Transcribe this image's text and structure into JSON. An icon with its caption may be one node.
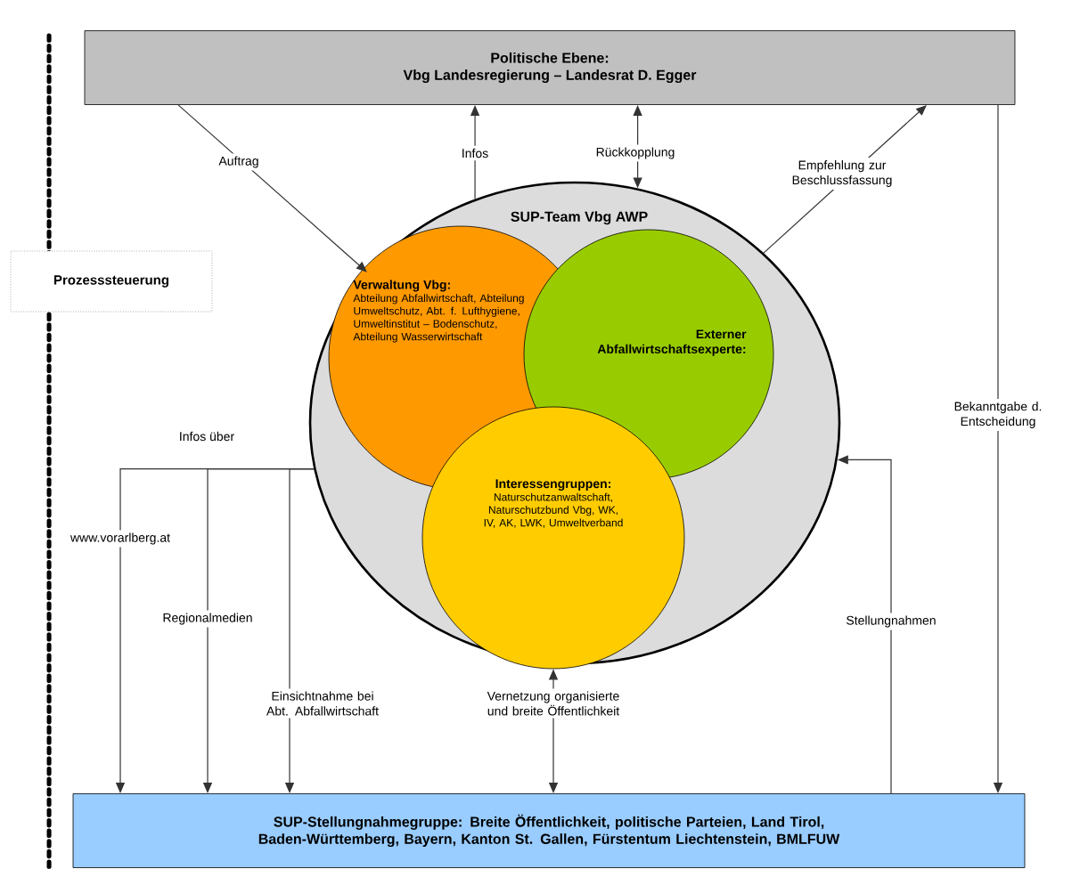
{
  "diagram": {
    "nodes": [
      {
        "text": [
          "Politische Ebene:",
          "Vbg Landesregierung – Landesrat D. Egger"
        ]
      },
      {
        "text": [
          "Prozesssteuerung"
        ]
      },
      {
        "text": [
          "SUP-Team Vbg AWP"
        ]
      },
      {
        "text": [
          "Verwaltung Vbg:",
          "Abteilung Abfallwirtschaft, Abteilung Umweltschutz, Abt. f. Lufthygiene, Umweltinstitut – Bodenschutz, Abteilung Wasserwirtschaft"
        ],
        "in": 2
      },
      {
        "text": [
          "Externer Abfallwirtschaftsexperte:"
        ],
        "in": 2
      },
      {
        "text": [
          "Interessengruppen:",
          "Naturschutzanwaltschaft, Naturschutzbund Vbg, WK, IV, AK, LWK, Umweltverband"
        ],
        "in": 2
      },
      {
        "text": [
          "SUP-Stellungnahmegruppe: Breite Öffentlichkeit, politische Parteien, Land Tirol, Baden-Württemberg, Bayern, Kanton St. Gallen, Fürstentum Liechtenstein, BMLFUW"
        ]
      }
    ],
    "edges": [
      {
        "from": 0,
        "to": 2,
        "arrow": "to",
        "label": "Auftrag"
      },
      {
        "from": 2,
        "to": 0,
        "arrow": "to",
        "label": "Infos"
      },
      {
        "from": 2,
        "to": 0,
        "arrow": "both",
        "label": "Rückkopplung"
      },
      {
        "from": 2,
        "to": 0,
        "arrow": "to",
        "label": "Empfehlung zur Beschlussfassung"
      },
      {
        "from": 0,
        "to": 6,
        "arrow": "to",
        "label": "Bekanntgabe d. Entscheidung"
      },
      {
        "from": 6,
        "to": 2,
        "arrow": "to",
        "label": "Stellungnahmen"
      },
      {
        "from": 6,
        "to": 5,
        "arrow": "both",
        "label": "Vernetzung organisierte und breite Öffentlichkeit"
      },
      {
        "from": 2,
        "to": 6,
        "arrow": "to",
        "label": "www.vorarlberg.at"
      },
      {
        "from": 2,
        "to": 6,
        "arrow": "to",
        "label": "Regionalmedien"
      },
      {
        "from": 2,
        "to": 6,
        "arrow": "to",
        "label": "Einsichtnahme bei Abt. Abfallwirtschaft"
      }
    ],
    "labels": [
      "Infos über"
    ]
  }
}
